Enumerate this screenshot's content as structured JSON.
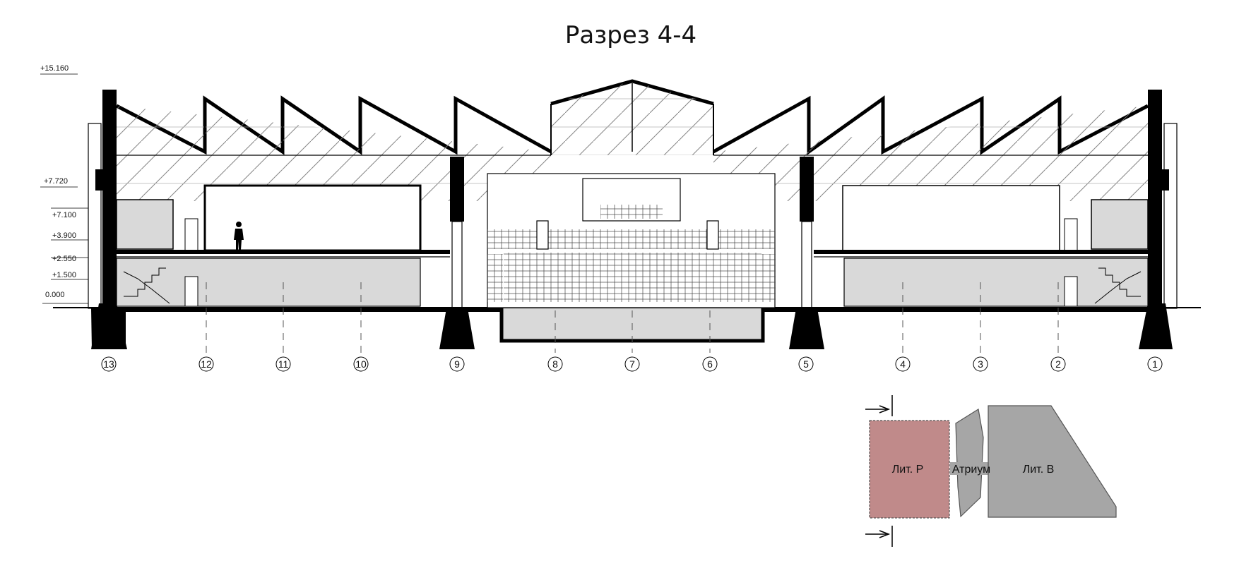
{
  "title": "Разрез 4-4",
  "levels": [
    "+15.160",
    "+7.720",
    "+7.100",
    "+3.900",
    "+2.550",
    "+1.500",
    "0.000"
  ],
  "axes": [
    "13",
    "12",
    "11",
    "10",
    "9",
    "8",
    "7",
    "6",
    "5",
    "4",
    "3",
    "2",
    "1"
  ],
  "plan": {
    "block_p": "Лит. Р",
    "atrium": "Атриум",
    "block_v": "Лит. В"
  },
  "colors": {
    "block_p_fill": "#c08a8a",
    "block_v_fill": "#a6a6a6",
    "room_fill": "#d9d9d9",
    "ink": "#000000"
  }
}
